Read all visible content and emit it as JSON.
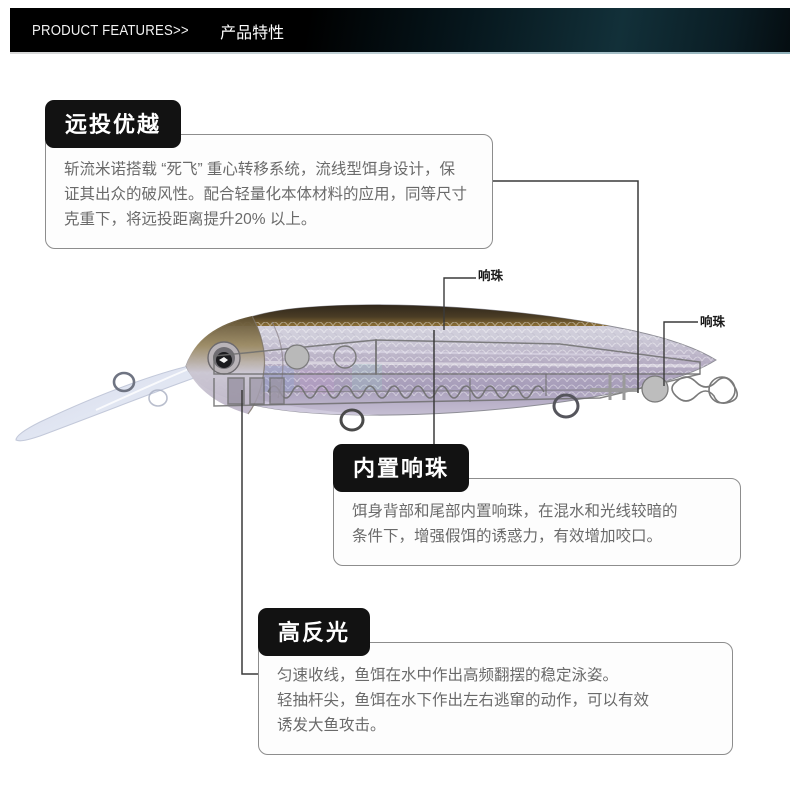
{
  "header": {
    "english": "PRODUCT FEATURES>>",
    "chinese": "产品特性",
    "accent_color": "#123039",
    "background_color": "#000000",
    "text_color": "#ffffff"
  },
  "callouts": [
    {
      "id": "callout-1",
      "title": "远投优越",
      "lines": [
        "斩流米诺搭载 “死飞” 重心转移系统，流线型饵身设计，保",
        "证其出众的破风性。配合轻量化本体材料的应用，同等尺寸",
        "克重下，将远投距离提升20% 以上。"
      ]
    },
    {
      "id": "callout-2",
      "title": "内置响珠",
      "lines": [
        "饵身背部和尾部内置响珠，在混水和光线较暗的",
        "条件下，增强假饵的诱惑力，有效增加咬口。"
      ]
    },
    {
      "id": "callout-3",
      "title": "高反光",
      "lines": [
        "匀速收线，鱼饵在水中作出高频翻摆的稳定泳姿。",
        "轻抽杆尖，鱼饵在水下作出左右逃窜的动作，可以有效",
        "诱发大鱼攻击。"
      ]
    }
  ],
  "leader_labels": [
    {
      "id": "rattle-label-dorsal",
      "text": "响珠"
    },
    {
      "id": "rattle-label-tail",
      "text": "响珠"
    }
  ],
  "illustration": {
    "name": "jerkbait-minnow-lure-cutaway",
    "body_colors": {
      "dorsal_dark": "#3b3124",
      "dorsal_gold": "#c49a4a",
      "flank_silver": "#d9d8e2",
      "flank_violet": "#a59bb4",
      "belly": "#cfc9da",
      "lip_clear": "#e3e7f2",
      "outline": "#6d6d6d",
      "bead_fill": "#bdbdbd"
    },
    "parts": [
      "diving-lip",
      "line-tie-eyelet",
      "eye",
      "dorsal-rattle-bead",
      "weight-transfer-coil",
      "tail-rattle-bead",
      "belly-hook-hanger",
      "tail-hook-hanger"
    ]
  }
}
